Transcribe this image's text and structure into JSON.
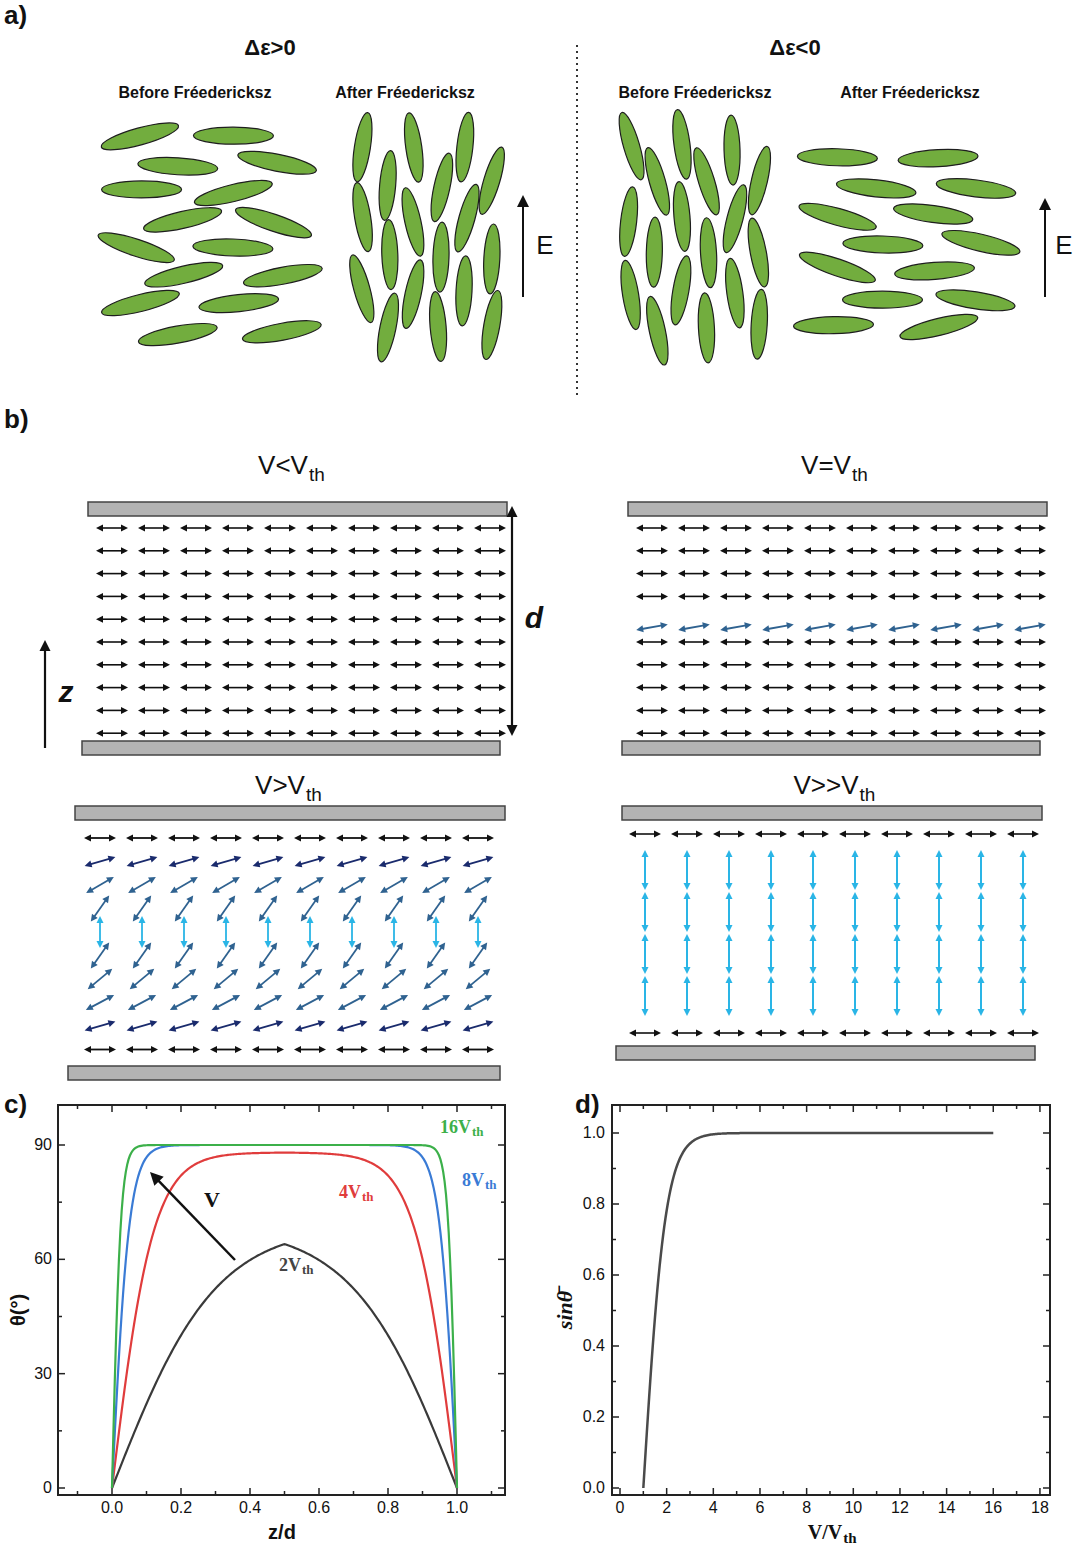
{
  "diagram": {
    "labels": [
      "a)",
      "Δε>0",
      "Before Fréedericksz",
      "After Fréedericksz",
      "E",
      "Δε<0",
      "Before Fréedericksz",
      "After Fréedericksz",
      "E",
      "b)",
      "V<V",
      "th",
      "V=V",
      "th",
      "V>V",
      "th",
      "V>>V",
      "th",
      "d",
      "z",
      "c)",
      "θ(°)",
      "z/d",
      "0",
      "30",
      "60",
      "90",
      "0.0",
      "0.2",
      "0.4",
      "0.6",
      "0.8",
      "1.0",
      "2V",
      "th",
      "4V",
      "th",
      "8V",
      "th",
      "16V",
      "th",
      "V",
      "d)",
      "sinθ̄",
      "V/V",
      "th",
      "0.0",
      "0.2",
      "0.4",
      "0.6",
      "0.8",
      "1.0",
      "0",
      "2",
      "4",
      "6",
      "8",
      "10",
      "12",
      "14",
      "16",
      "18"
    ]
  }
}
